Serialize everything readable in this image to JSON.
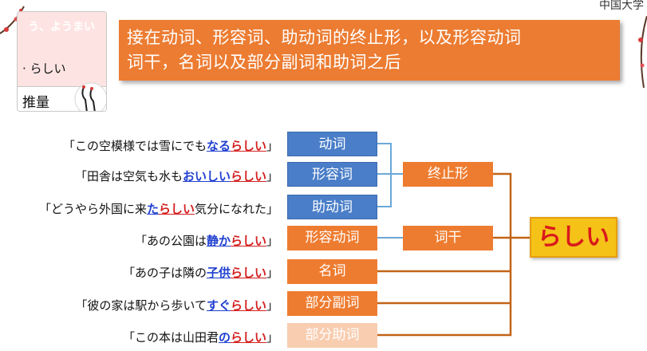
{
  "topic_card": {
    "faded_item": "う、ようまい",
    "active_item": "· らしい",
    "sub_label": "推量"
  },
  "banner": {
    "line1": "接在动词、形容词、助动词的终止形，以及形容动词",
    "line2": "词干，名词以及部分副词和助词之后"
  },
  "logo": "中国大学",
  "examples": [
    {
      "pre": "「この空模様では雪にでも",
      "hl": "なる",
      "rs": "らしい",
      "post": "」"
    },
    {
      "pre": "「田舎は空気も水も",
      "hl": "おいしい",
      "rs": "らしい",
      "post": "」"
    },
    {
      "pre": "「どうやら外国に来",
      "hl": "た",
      "rs": "らしい",
      "post": "気分になれた」"
    },
    {
      "pre": "「あの公園は",
      "hl": "静か",
      "rs": "らしい",
      "post": "」"
    },
    {
      "pre": "「あの子は隣の",
      "hl": "子供",
      "rs": "らしい",
      "post": "」"
    },
    {
      "pre": "「彼の家は駅から歩いて",
      "hl": "すぐ",
      "rs": "らしい",
      "post": "」"
    },
    {
      "pre": "「この本は山田君",
      "hl": "の",
      "rs": "らしい",
      "post": "」"
    }
  ],
  "categories": [
    "动词",
    "形容词",
    "助动词",
    "形容动词",
    "名词",
    "部分副词",
    "部分助词"
  ],
  "middle": {
    "shuushi": "终止形",
    "gokan": "词干"
  },
  "result": "らしい",
  "colors": {
    "banner": "#ec7c32",
    "blue": "#4a7ec8",
    "orange": "#ee7c30",
    "pale": "#f8cdb0",
    "result_bg": "#f5c218",
    "result_text": "#d91a1a",
    "highlight": "#1f3fcf"
  }
}
